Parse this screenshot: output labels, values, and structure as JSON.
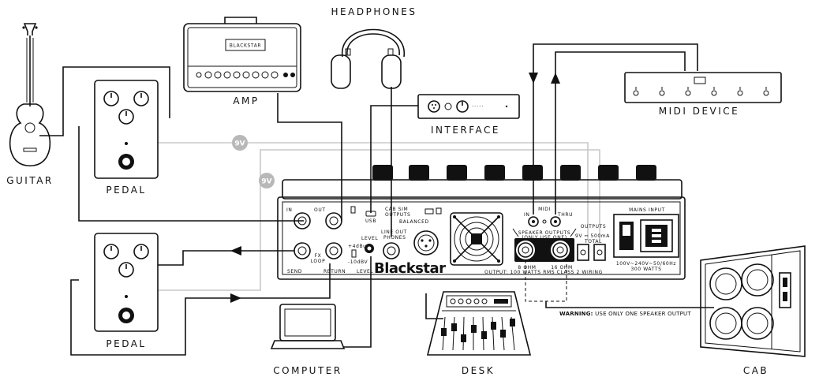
{
  "labels": {
    "guitar": "GUITAR",
    "pedal_top": "PEDAL",
    "pedal_bottom": "PEDAL",
    "amp": "AMP",
    "headphones": "HEADPHONES",
    "interface": "INTERFACE",
    "midi_device": "MIDI DEVICE",
    "computer": "COMPUTER",
    "desk": "DESK",
    "cab": "CAB"
  },
  "badges": {
    "power_a": "9V",
    "power_b": "9V"
  },
  "amp_head": {
    "brand": "BLACKSTAR"
  },
  "interface_device": {
    "dots": "·····"
  },
  "rear_panel": {
    "in": "IN",
    "out": "OUT",
    "send": "SEND",
    "return": "RETURN",
    "fx_loop_1": "FX",
    "fx_loop_2": "LOOP",
    "level": "LEVEL",
    "level_top": "+4dBu",
    "level_bottom": "-10dBV",
    "usb": "USB",
    "cab_sim_1": "CAB SIM",
    "cab_sim_2": "OUTPUTS",
    "balanced": "BALANCED",
    "line_out": "LINE OUT",
    "phones": "PHONES",
    "brand": "Blackstar",
    "midi": "MIDI",
    "midi_in": "IN",
    "midi_thru": "THRU",
    "speaker_outputs": "SPEAKER OUTPUTS",
    "only_use_one": "(ONLY USE ONE)",
    "ohm_8": "8 OHM",
    "ohm_16": "16 OHM",
    "outputs": "OUTPUTS",
    "dc": "9V ⎓ 500mA",
    "total": "TOTAL",
    "mains_input": "MAINS INPUT",
    "mains_spec": "100V~240V~50/60Hz",
    "watts": "300 WATTS",
    "output_spec": "OUTPUT: 100 WATTS RMS CLASS 2 WIRING"
  },
  "warning": {
    "bold": "WARNING:",
    "text": " USE ONLY ONE SPEAKER OUTPUT"
  }
}
